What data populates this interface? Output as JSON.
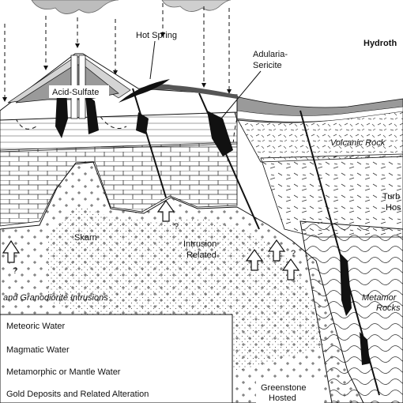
{
  "labels": {
    "title": "Hydroth",
    "hot_spring": "Hot Spring",
    "adularia_1": "Adularia-",
    "adularia_2": "Sericite",
    "acid_sulfate": "Acid-Sulfate",
    "volcanic_rock": "Volcanic Rock",
    "turb_1": "Turb",
    "turb_2": "Hos",
    "skarn": "Skarn",
    "intrusion_1": "Intrusion",
    "intrusion_2": "Related",
    "granodiorite": "and Granodiorite Intrusions",
    "metamor_1": "Metamor",
    "metamor_2": "Rocks",
    "greenstone_1": "Greenstone",
    "greenstone_2": "Hosted",
    "q1": "?",
    "q2": "?",
    "q3": "?"
  },
  "legend": {
    "items": [
      {
        "label": "Meteoric Water"
      },
      {
        "label": "Magmatic Water"
      },
      {
        "label": "Metamorphic or Mantle Water"
      },
      {
        "label": "Gold Deposits and Related Alteration"
      }
    ]
  },
  "colors": {
    "ink": "#111111",
    "light_gray": "#d4d4d4",
    "mid_gray": "#9a9a9a",
    "dark_gray": "#555555",
    "paper": "#ffffff"
  }
}
